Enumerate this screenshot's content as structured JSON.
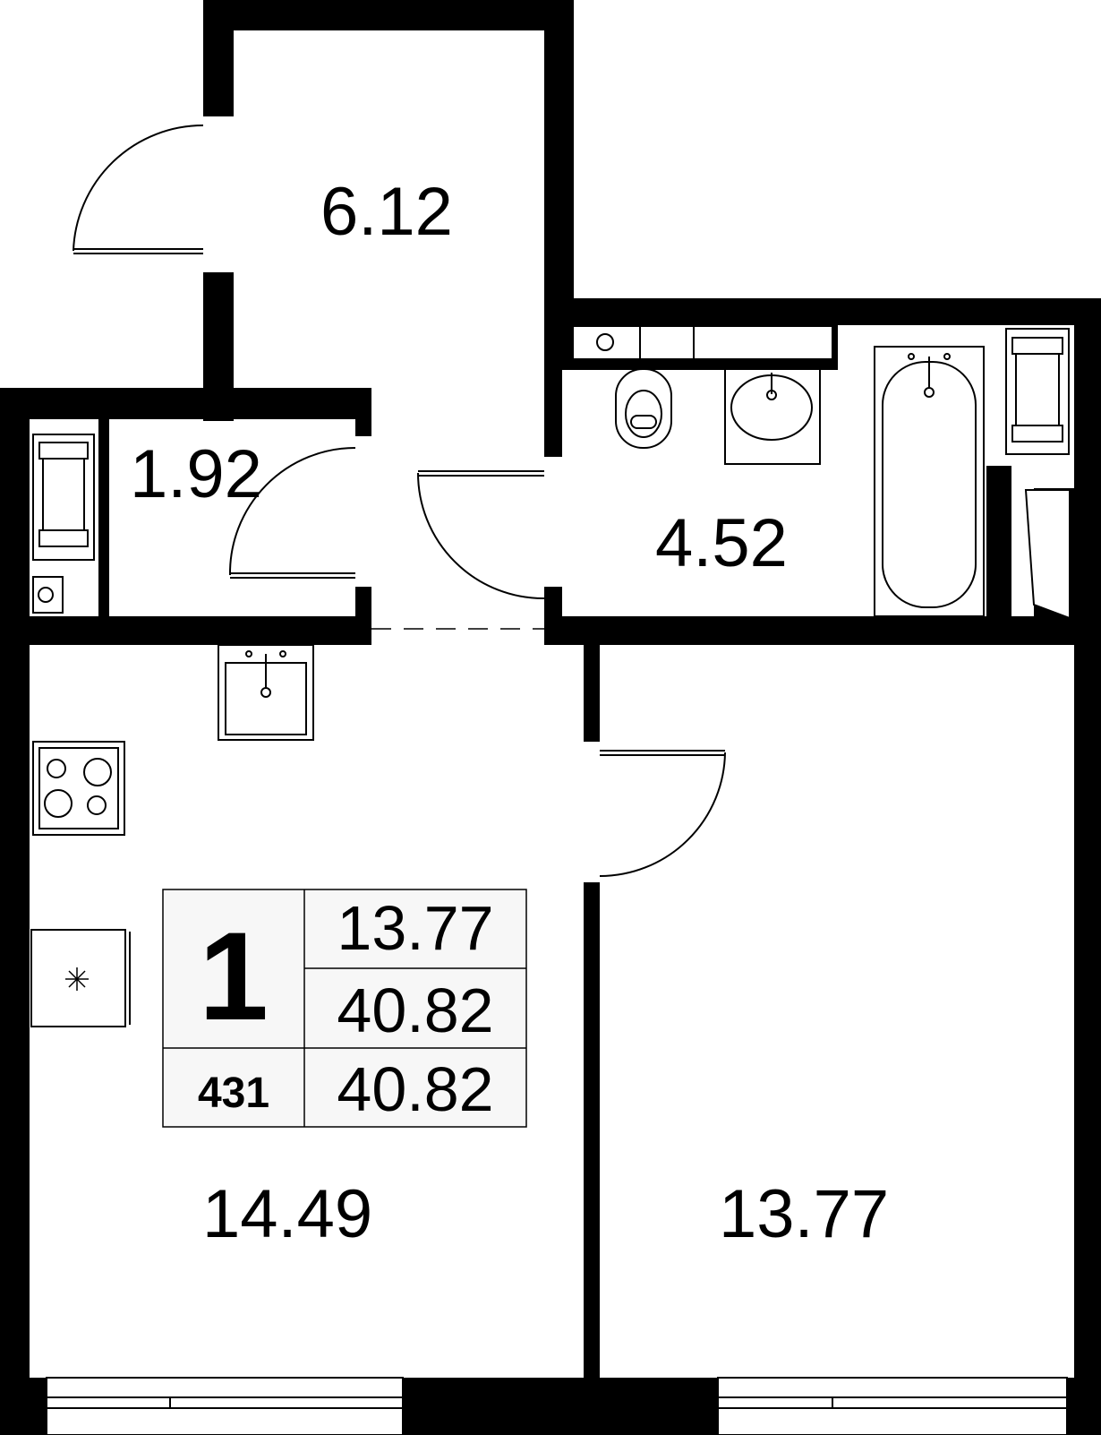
{
  "plan": {
    "rooms": {
      "hallway": {
        "area": "6.12"
      },
      "storage": {
        "area": "1.92"
      },
      "bathroom": {
        "area": "4.52"
      },
      "kitchen_living": {
        "area": "14.49"
      },
      "bedroom": {
        "area": "13.77"
      }
    },
    "info_table": {
      "rooms_count": "1",
      "living_area": "13.77",
      "total_area": "40.82",
      "apartment_number": "431",
      "total_area_2": "40.82"
    }
  },
  "colors": {
    "wall": "#000000",
    "background": "#ffffff",
    "table_fill": "#f7f7f7"
  }
}
